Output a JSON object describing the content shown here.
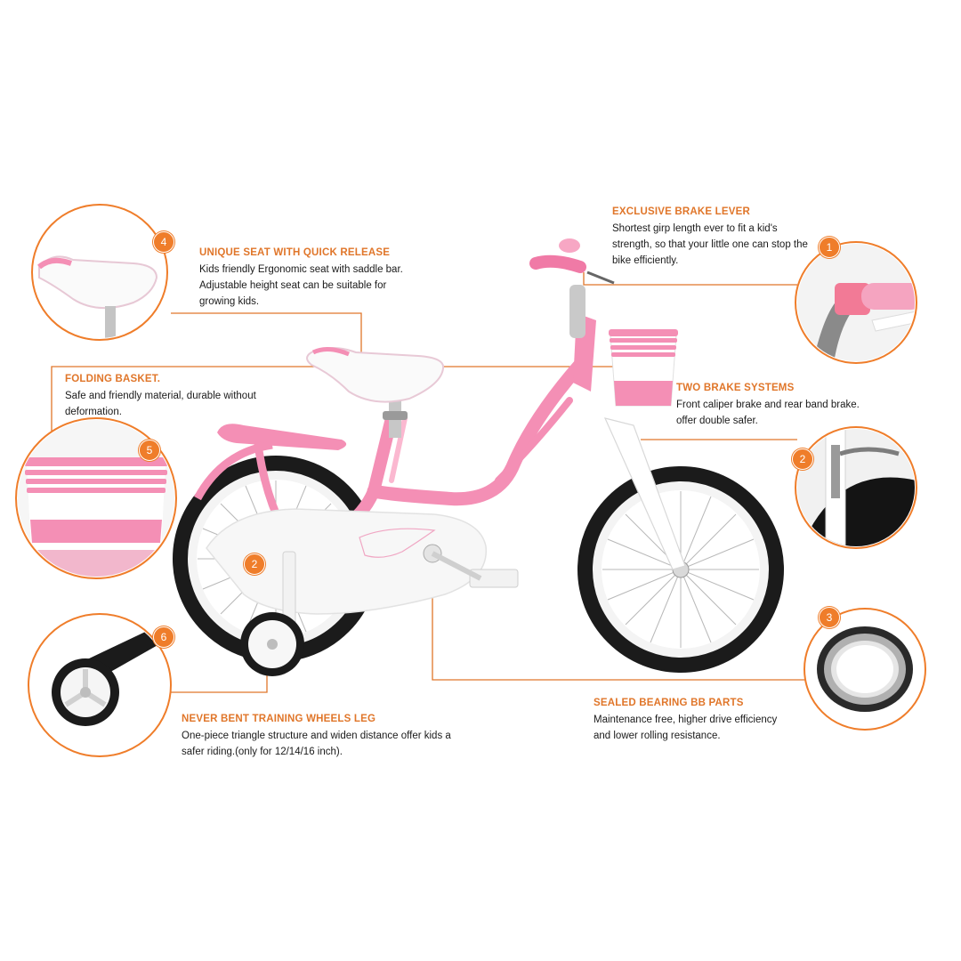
{
  "colors": {
    "accent": "#ef7d2a",
    "frame": "#f29ab8",
    "tire": "#1b1b1b",
    "white_parts": "#ffffff"
  },
  "features": {
    "brake_lever": {
      "number": "1",
      "title": "EXCLUSIVE BRAKE LEVER",
      "lines": [
        "Shortest girp length ever to fit a kid's",
        "strength, so that your little one can stop the",
        "bike efficiently."
      ]
    },
    "brake_systems": {
      "number": "2",
      "title": "TWO BRAKE SYSTEMS",
      "lines": [
        "Front caliper brake and rear band brake.",
        "offer double safer."
      ]
    },
    "bearing": {
      "number": "3",
      "title": "SEALED BEARING BB PARTS",
      "lines": [
        "Maintenance free, higher drive efficiency",
        "and lower rolling resistance."
      ]
    },
    "seat": {
      "number": "4",
      "title": "UNIQUE SEAT WITH QUICK RELEASE",
      "lines": [
        "Kids friendly Ergonomic seat with saddle bar.",
        "Adjustable height seat can be suitable for",
        "growing kids."
      ]
    },
    "basket": {
      "number": "5",
      "title": "FOLDING BASKET.",
      "lines": [
        "Safe and friendly material, durable without",
        "deformation."
      ]
    },
    "training_wheels": {
      "number": "6",
      "title": "NEVER BENT TRAINING WHEELS LEG",
      "lines": [
        "One-piece triangle structure and widen distance offer kids a",
        "safer riding.(only for 12/14/16 inch)."
      ]
    }
  },
  "bike_badge_number": "2"
}
